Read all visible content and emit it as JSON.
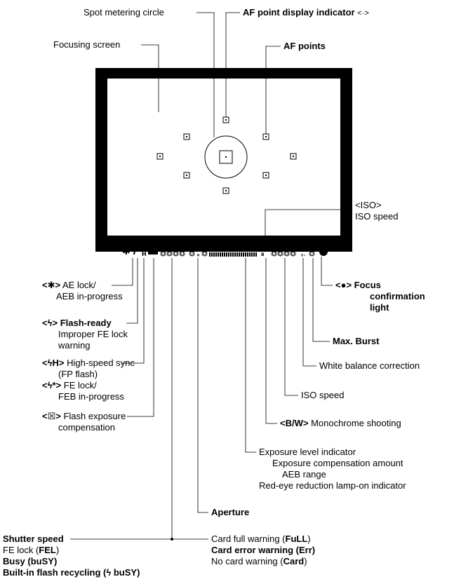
{
  "labels": {
    "spot_metering": "Spot metering circle",
    "af_display_indicator": "AF point display indicator",
    "af_display_symbol": "<·>",
    "focusing_screen": "Focusing screen",
    "af_points": "AF points",
    "iso_symbol": "<ISO>",
    "iso_speed_top": "ISO speed",
    "ae_lock_symbol": "<✱>",
    "ae_lock_line1": "AE lock/",
    "ae_lock_line2": "AEB in-progress",
    "flash_ready_symbol": "<ϟ>",
    "flash_ready_bold": "Flash-ready",
    "flash_ready_line2": "Improper FE lock",
    "flash_ready_line3": "warning",
    "hss_symbol": "<ϟH>",
    "hss_line1": "High-speed sync",
    "hss_line2": "(FP flash)",
    "fel_symbol": "<ϟ*>",
    "fel_line1": "FE lock/",
    "fel_line2": "FEB in-progress",
    "fec_symbol": "<☒>",
    "fec_line1": "Flash exposure",
    "fec_line2": "compensation",
    "focus_conf_symbol": "<●>",
    "focus_conf_line1": "Focus",
    "focus_conf_line2": "confirmation",
    "focus_conf_line3": "light",
    "max_burst": "Max. Burst",
    "wb_correction": "White balance correction",
    "iso_speed_bottom": "ISO speed",
    "bw_symbol": "<B/W>",
    "bw_text": "Monochrome shooting",
    "exp_level": "Exposure level indicator",
    "exp_comp": "Exposure compensation amount",
    "aeb_range": "AEB range",
    "red_eye": "Red-eye reduction lamp-on indicator",
    "aperture": "Aperture",
    "shutter_speed": "Shutter speed",
    "fe_lock_pre": "FE lock (",
    "fe_lock_code": "FEL",
    "busy_pre": "Busy (",
    "busy_code": "buSY",
    "builtin_pre": "Built-in flash recycling (",
    "builtin_code": "ϟ buSY",
    "card_full_pre": "Card full warning (",
    "card_full_code": "FuLL",
    "card_error_pre": "Card error warning (",
    "card_error_code": "Err",
    "no_card_pre": "No card warning (",
    "no_card_code": "Card",
    "close_paren": ")"
  },
  "lcd": {
    "left_icons": "✱ϟ",
    "digits_a": "8888",
    "digits_b": "8.8",
    "scale": "²··1··0··1··²",
    "iso_mini": "ISO",
    "digits_c": "8888",
    "wb": "WB",
    "burst_digit": "8"
  }
}
